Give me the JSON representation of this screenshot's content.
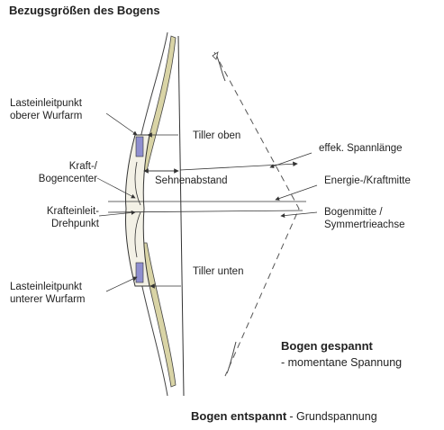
{
  "title": "Bezugsgrößen des Bogens",
  "labels": {
    "load_upper_1": "Lasteinleitpunkt",
    "load_upper_2": "oberer Wurfarm",
    "force_center_1": "Kraft-/",
    "force_center_2": "Bogencenter",
    "pivot_1": "Krafteinleit-",
    "pivot_2": "Drehpunkt",
    "load_lower_1": "Lasteinleitpunkt",
    "load_lower_2": "unterer Wurfarm",
    "tiller_top": "Tiller oben",
    "tiller_bottom": "Tiller unten",
    "brace_height": "Sehnenabstand",
    "draw_length": "effek. Spannlänge",
    "energy_center": "Energie-/Kraftmitte",
    "bow_center_1": "Bogenmitte /",
    "bow_center_2": "Symmertrieachse"
  },
  "legend": {
    "drawn_title": "Bogen gespannt",
    "drawn_sub": "- momentane Spannung",
    "relaxed_title": "Bogen entspannt",
    "relaxed_sub": "- Grundspannung"
  },
  "colors": {
    "ink": "#333333",
    "limb_fill": "#d9d4a6",
    "grip_marker": "#8f8fcf"
  }
}
